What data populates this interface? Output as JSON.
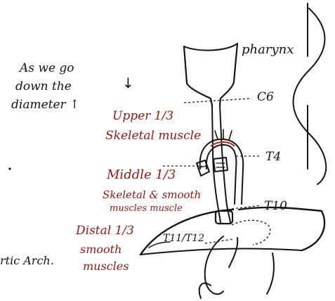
{
  "annotations": {
    "pharynx": "pharynx",
    "c6": "C6",
    "t4": "T4",
    "t10": "T10",
    "t11_t12": "T11/T12",
    "aortic_arch": "rtic Arch.",
    "diameter_note": [
      "As we go",
      "down the",
      "diameter ↑"
    ],
    "down_arrow": "↓"
  },
  "segments": {
    "upper": [
      "Upper 1/3",
      "Skeletal muscle"
    ],
    "middle": [
      "Middle 1/3",
      "Skeletal & smooth",
      "muscles    muscle"
    ],
    "distal": [
      "Distal 1/3",
      "smooth",
      "muscles"
    ]
  },
  "colors": {
    "ink": "#141414",
    "red_ink": "#8f1a12",
    "background": "#ffffff"
  }
}
